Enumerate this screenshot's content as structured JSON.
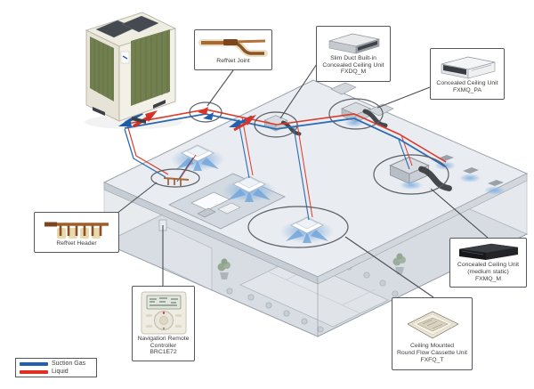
{
  "callouts": {
    "refnet_joint": {
      "label": "RefNet Joint"
    },
    "slim_duct": {
      "line1": "Slim Duct Built-in",
      "line2": "Concealed Ceiling Unit",
      "line3": "FXDQ_M"
    },
    "fxmq_pa": {
      "line1": "Concealed Ceiling Unit",
      "line2": "FXMQ_PA"
    },
    "fxmq_m": {
      "line1": "Concealed Ceiling Unit",
      "line2": "(medium static)",
      "line3": "FXMQ_M"
    },
    "fxfq_t": {
      "line1": "Ceiling Mounted",
      "line2": "Round Flow Cassette Unit",
      "line3": "FXFQ_T"
    },
    "refnet_header": {
      "label": "RefNet Header"
    },
    "controller": {
      "line1": "Navigation Remote",
      "line2": "Controller",
      "line3": "BRC1E72"
    }
  },
  "legend": {
    "suction_gas": {
      "label": "Suction Gas",
      "color": "#2160ae"
    },
    "liquid": {
      "label": "Liquid",
      "color": "#de2f23"
    }
  },
  "colors": {
    "pipe_suction_gas": "#2e6cb5",
    "pipe_liquid": "#dd3b2b",
    "building_gray": "#e9ecf0",
    "grille_green": "#72804f"
  }
}
